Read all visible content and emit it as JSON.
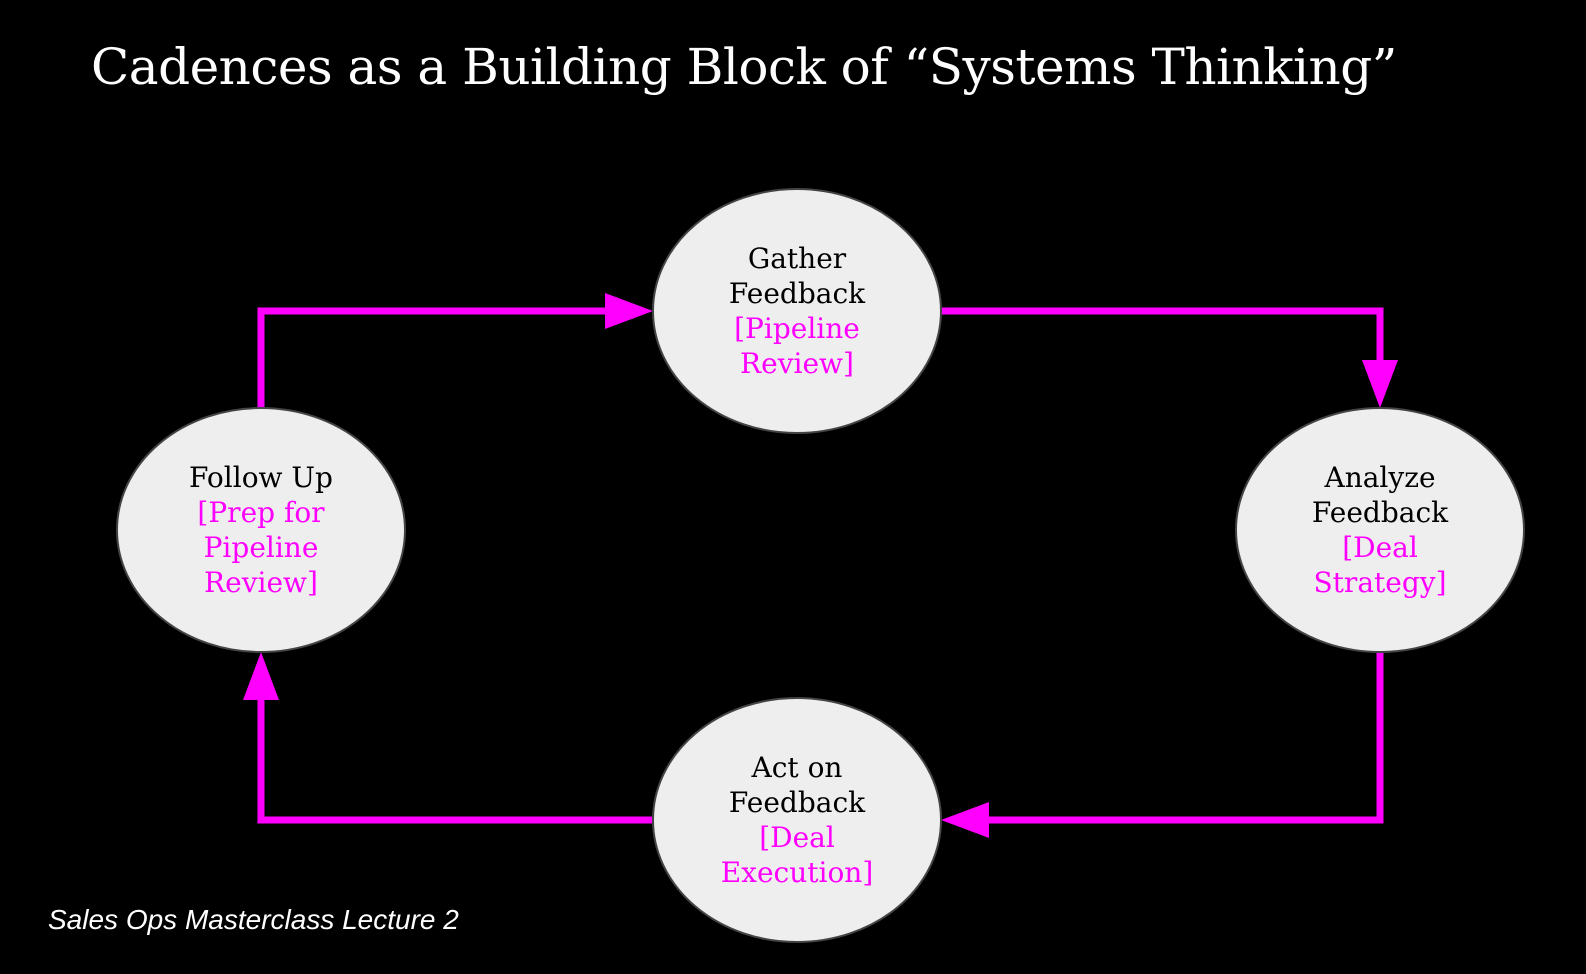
{
  "title": "Cadences as a Building Block of “Systems Thinking”",
  "footer": "Sales Ops Masterclass Lecture 2",
  "colors": {
    "background": "#000000",
    "node_fill": "#eeeeee",
    "node_stroke": "#444444",
    "arrow": "#ff00ff",
    "subtitle_text": "#ff00ff"
  },
  "nodes": [
    {
      "id": "gather",
      "lines": [
        "Gather",
        "Feedback"
      ],
      "sub_lines": [
        "[Pipeline",
        "Review]"
      ]
    },
    {
      "id": "analyze",
      "lines": [
        "Analyze",
        "Feedback"
      ],
      "sub_lines": [
        "[Deal",
        "Strategy]"
      ]
    },
    {
      "id": "act",
      "lines": [
        "Act on",
        "Feedback"
      ],
      "sub_lines": [
        "[Deal",
        "Execution]"
      ]
    },
    {
      "id": "follow",
      "lines": [
        "Follow Up"
      ],
      "sub_lines": [
        "[Prep for",
        "Pipeline",
        "Review]"
      ]
    }
  ],
  "edges": [
    {
      "from": "follow",
      "to": "gather"
    },
    {
      "from": "gather",
      "to": "analyze"
    },
    {
      "from": "analyze",
      "to": "act"
    },
    {
      "from": "act",
      "to": "follow"
    }
  ]
}
